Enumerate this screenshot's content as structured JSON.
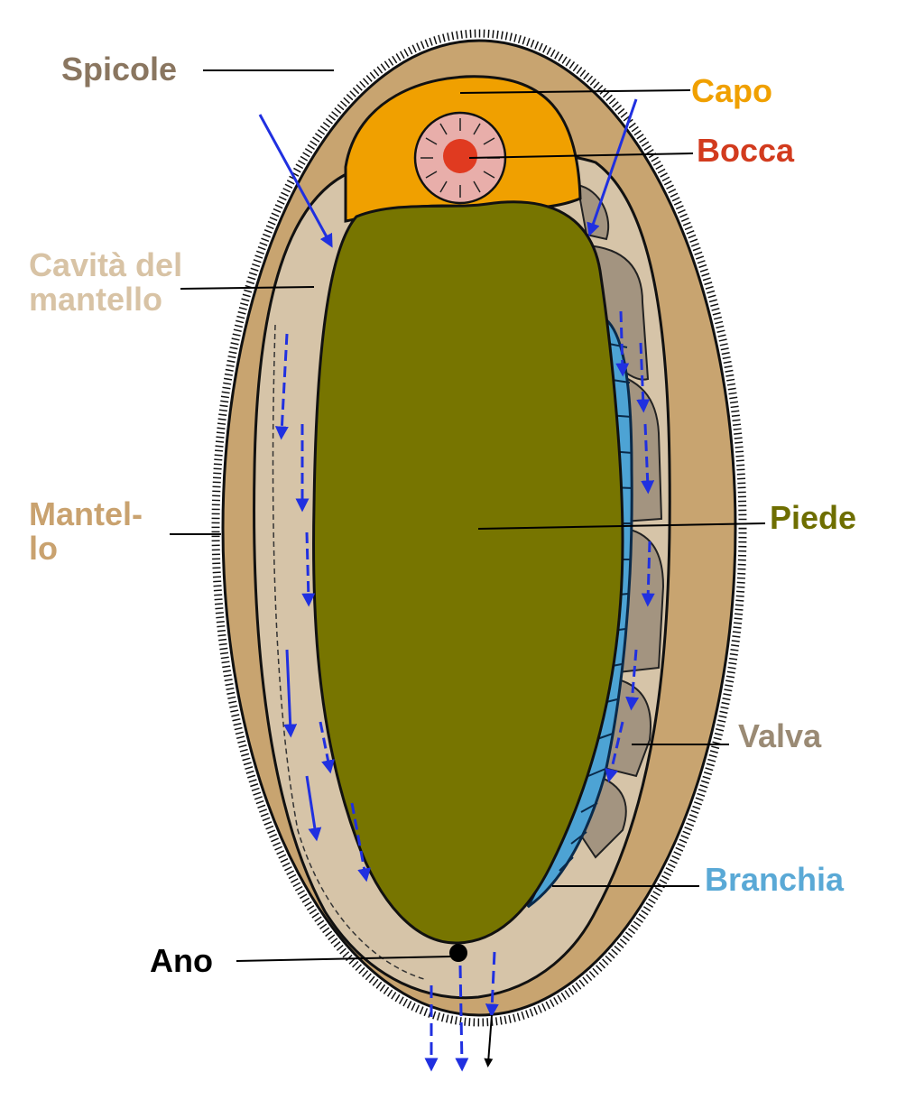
{
  "labels": {
    "spicole": "Spicole",
    "cavita_line1": "Cavità del",
    "cavita_line2": "mantello",
    "mantello_line1": "Mantel-",
    "mantello_line2": "lo",
    "ano": "Ano",
    "capo": "Capo",
    "bocca": "Bocca",
    "piede": "Piede",
    "valva": "Valva",
    "branchia": "Branchia"
  },
  "colors": {
    "spicole": "#8a7660",
    "cavita": "#d8c3a5",
    "mantello": "#c9a26f",
    "ano": "#000000",
    "capo": "#f0a000",
    "bocca": "#d23b1e",
    "piede": "#6e6e00",
    "valva": "#9a8a74",
    "branchia": "#5aa9d6",
    "mantle_fill": "#c8a470",
    "cavity_fill": "#d6c4a8",
    "head_fill": "#f0a000",
    "mouth_ring_fill": "#e8aeaa",
    "mouth_fill": "#e03a20",
    "foot_fill": "#777500",
    "valve_fill": "#a39480",
    "gill_fill": "#4da3d4",
    "water_arrow": "#2030e0"
  }
}
